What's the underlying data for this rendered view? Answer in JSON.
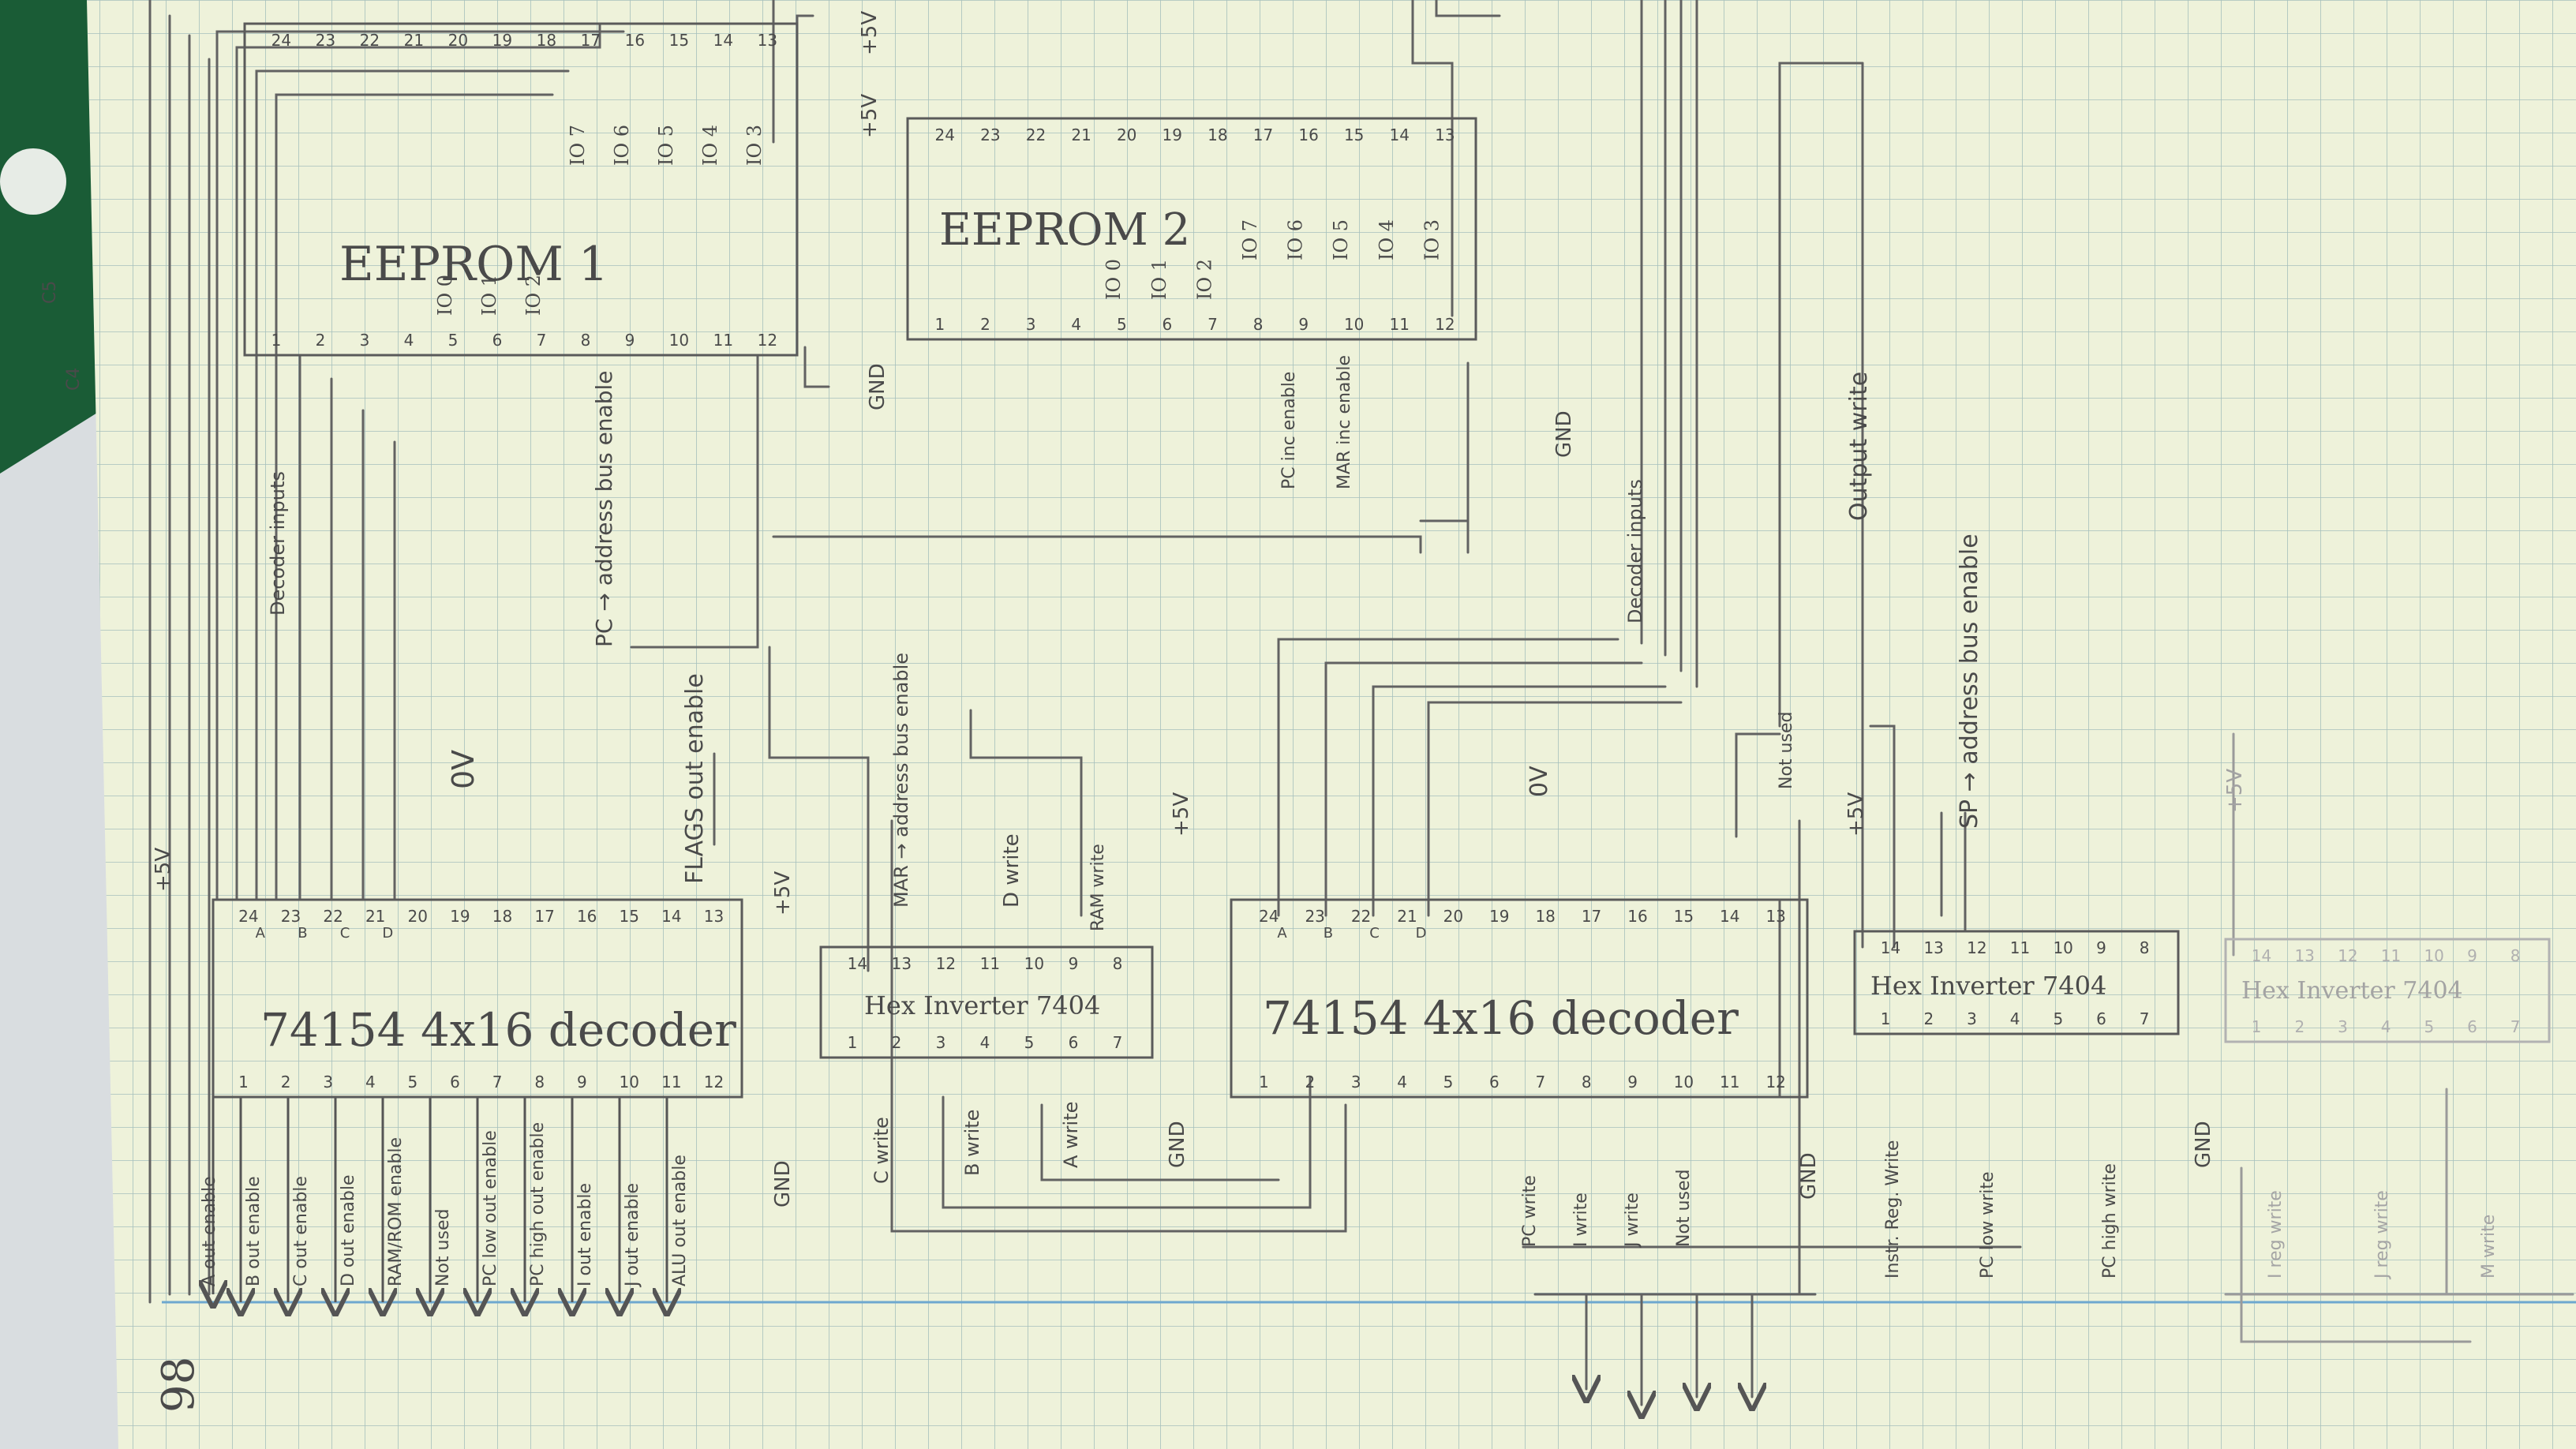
{
  "page_number": "98",
  "board": {
    "c5": "C5",
    "c4": "C4"
  },
  "chips": {
    "eeprom1": {
      "title": "EEPROM 1",
      "pins_top": [
        "24",
        "23",
        "22",
        "21",
        "20",
        "19",
        "18",
        "17",
        "16",
        "15",
        "14",
        "13"
      ],
      "pins_bottom": [
        "1",
        "2",
        "3",
        "4",
        "5",
        "6",
        "7",
        "8",
        "9",
        "10",
        "11",
        "12"
      ],
      "io_top": [
        "IO 7",
        "IO 6",
        "IO 5",
        "IO 4",
        "IO 3"
      ],
      "io_bottom": [
        "IO 0",
        "IO 1",
        "IO 2"
      ],
      "label_plus5v": "+5V",
      "label_gnd": "GND"
    },
    "eeprom2": {
      "title": "EEPROM 2",
      "pins_top": [
        "24",
        "23",
        "22",
        "21",
        "20",
        "19",
        "18",
        "17",
        "16",
        "15",
        "14",
        "13"
      ],
      "pins_bottom": [
        "1",
        "2",
        "3",
        "4",
        "5",
        "6",
        "7",
        "8",
        "9",
        "10",
        "11",
        "12"
      ],
      "io_top": [
        "IO 7",
        "IO 6",
        "IO 5",
        "IO 4",
        "IO 3"
      ],
      "io_bottom": [
        "IO 0",
        "IO 1",
        "IO 2"
      ],
      "label_plus5v": "+5V",
      "label_gnd": "GND"
    },
    "decoder1": {
      "title": "74154  4x16 decoder",
      "pins_top": [
        "24",
        "23",
        "22",
        "21",
        "20",
        "19",
        "18",
        "17",
        "16",
        "15",
        "14",
        "13"
      ],
      "pins_bottom": [
        "1",
        "2",
        "3",
        "4",
        "5",
        "6",
        "7",
        "8",
        "9",
        "10",
        "11",
        "12"
      ],
      "pin_letters": [
        "A",
        "B",
        "C",
        "D"
      ],
      "label_plus5v": "+5V",
      "label_0v": "0V",
      "label_gnd": "GND"
    },
    "hex1": {
      "title": "Hex Inverter 7404",
      "pins_top": [
        "14",
        "13",
        "12",
        "11",
        "10",
        "9",
        "8"
      ],
      "pins_bottom": [
        "1",
        "2",
        "3",
        "4",
        "5",
        "6",
        "7"
      ],
      "label_plus5v": "+5V",
      "label_gnd": "GND"
    },
    "decoder2": {
      "title": "74154  4x16 decoder",
      "pins_top": [
        "24",
        "23",
        "22",
        "21",
        "20",
        "19",
        "18",
        "17",
        "16",
        "15",
        "14",
        "13"
      ],
      "pins_bottom": [
        "1",
        "2",
        "3",
        "4",
        "5",
        "6",
        "7",
        "8",
        "9",
        "10",
        "11",
        "12"
      ],
      "pin_letters": [
        "A",
        "B",
        "C",
        "D"
      ],
      "label_plus5v": "+5V",
      "label_0v": "0V",
      "label_gnd": "GND"
    },
    "hex2": {
      "title": "Hex Inverter 7404",
      "pins_top": [
        "14",
        "13",
        "12",
        "11",
        "10",
        "9",
        "8"
      ],
      "pins_bottom": [
        "1",
        "2",
        "3",
        "4",
        "5",
        "6",
        "7"
      ],
      "label_plus5v": "+5V",
      "label_gnd": "GND"
    },
    "hex3": {
      "title": "Hex Inverter 7404",
      "pins_top": [
        "14",
        "13",
        "12",
        "11",
        "10",
        "9",
        "8"
      ],
      "pins_bottom": [
        "1",
        "2",
        "3",
        "4",
        "5",
        "6",
        "7"
      ],
      "label_plus5v": "+5V"
    }
  },
  "signals": {
    "decoder1_outputs": [
      "A out enable",
      "B out enable",
      "C out enable",
      "D out enable",
      "RAM/ROM enable",
      "Not used",
      "PC low out enable",
      "PC high out enable",
      "I out enable",
      "J out enable",
      "ALU out enable"
    ],
    "flags_out": "FLAGS out enable",
    "pc_address": "PC → address bus enable",
    "decoder_inputs_1": "Decoder inputs",
    "decoder_inputs_2": "Decoder inputs",
    "eeprom2_outputs": [
      "PC inc enable",
      "MAR inc enable"
    ],
    "hex1_top": [
      "MAR → address bus enable",
      "D write",
      "RAM write"
    ],
    "hex1_bottom": [
      "C write",
      "B write",
      "A write"
    ],
    "decoder2_bottom": [
      "PC write",
      "I write",
      "J write",
      "Not used"
    ],
    "decoder2_top": "Not used",
    "output_write": "Output write",
    "sp_address": "SP → address bus enable",
    "hex2_bottom": [
      "Instr. Reg. Write",
      "PC low write",
      "PC high write"
    ],
    "hex3_bottom": [
      "I reg write",
      "J reg write",
      "M write"
    ]
  }
}
